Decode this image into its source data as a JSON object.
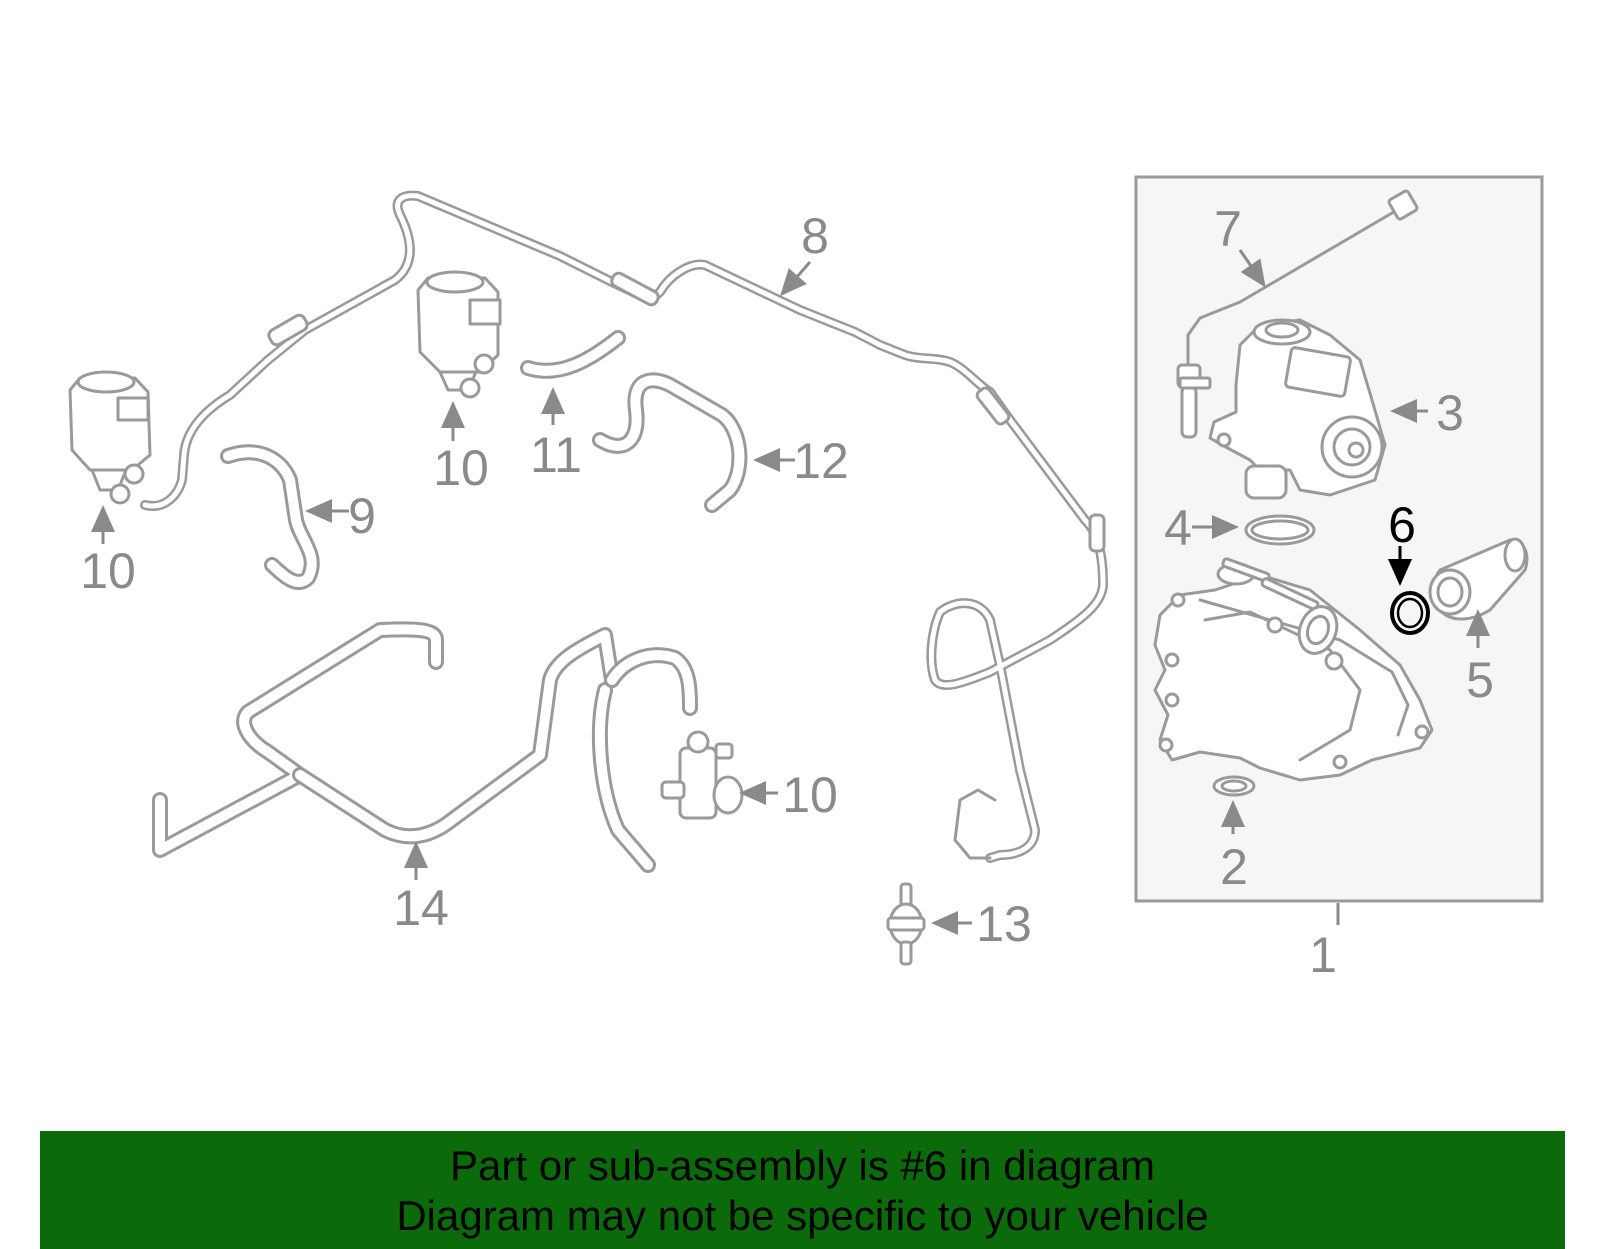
{
  "diagram": {
    "callouts": [
      "1",
      "2",
      "3",
      "4",
      "5",
      "6",
      "7",
      "8",
      "9",
      "10",
      "10",
      "10",
      "10",
      "11",
      "12",
      "13",
      "14"
    ],
    "highlighted_callout": "6"
  },
  "colors": {
    "part_stroke": "#9a9a9a",
    "highlight": "#000000",
    "banner_bg": "#0b6b0b",
    "assembly_box_bg": "#f6f6f6"
  },
  "banner": {
    "line1": "Part or sub-assembly is #6 in diagram",
    "line2": "Diagram may not be specific to your vehicle"
  }
}
